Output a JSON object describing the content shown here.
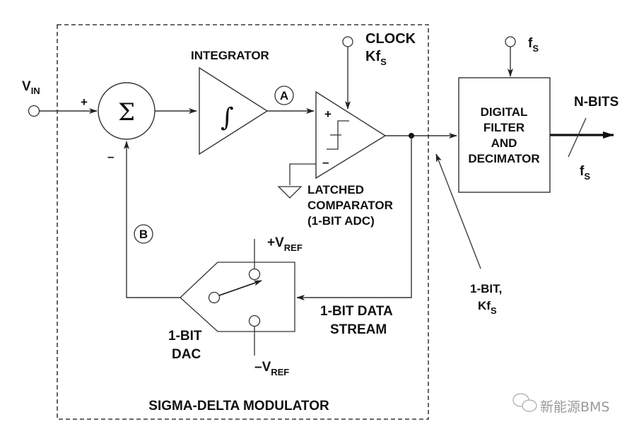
{
  "diagram": {
    "title": "SIGMA-DELTA MODULATOR",
    "colors": {
      "ink": "#111111",
      "line": "#333333",
      "watermark": "#9a9a9a",
      "background": "#ffffff"
    },
    "input": {
      "label": "V",
      "sub": "IN"
    },
    "summer": {
      "symbol": "Σ",
      "plus_sign": "+",
      "minus_sign": "–"
    },
    "integrator": {
      "label": "INTEGRATOR",
      "symbol": "∫"
    },
    "node_a": "A",
    "node_b": "B",
    "clock": {
      "line1": "CLOCK",
      "line2_main": "Kf",
      "line2_sub": "S"
    },
    "comparator": {
      "line1": "LATCHED",
      "line2": "COMPARATOR",
      "line3": "(1-BIT ADC)",
      "plus_sign": "+",
      "minus_sign": "–"
    },
    "dac": {
      "line1": "1-BIT",
      "line2": "DAC",
      "vref_pos_main": "+V",
      "vref_pos_sub": "REF",
      "vref_neg_main": "–V",
      "vref_neg_sub": "REF"
    },
    "data_stream": {
      "line1": "1-BIT DATA",
      "line2": "STREAM"
    },
    "bitstream_note": {
      "line1": "1-BIT,",
      "line2_main": "Kf",
      "line2_sub": "S"
    },
    "filter": {
      "line1": "DIGITAL",
      "line2": "FILTER",
      "line3": "AND",
      "line4": "DECIMATOR",
      "clock_main": "f",
      "clock_sub": "S"
    },
    "output": {
      "label": "N-BITS",
      "rate_main": "f",
      "rate_sub": "S"
    },
    "watermark": {
      "text": "新能源BMS",
      "icon": "wechat-icon"
    }
  }
}
